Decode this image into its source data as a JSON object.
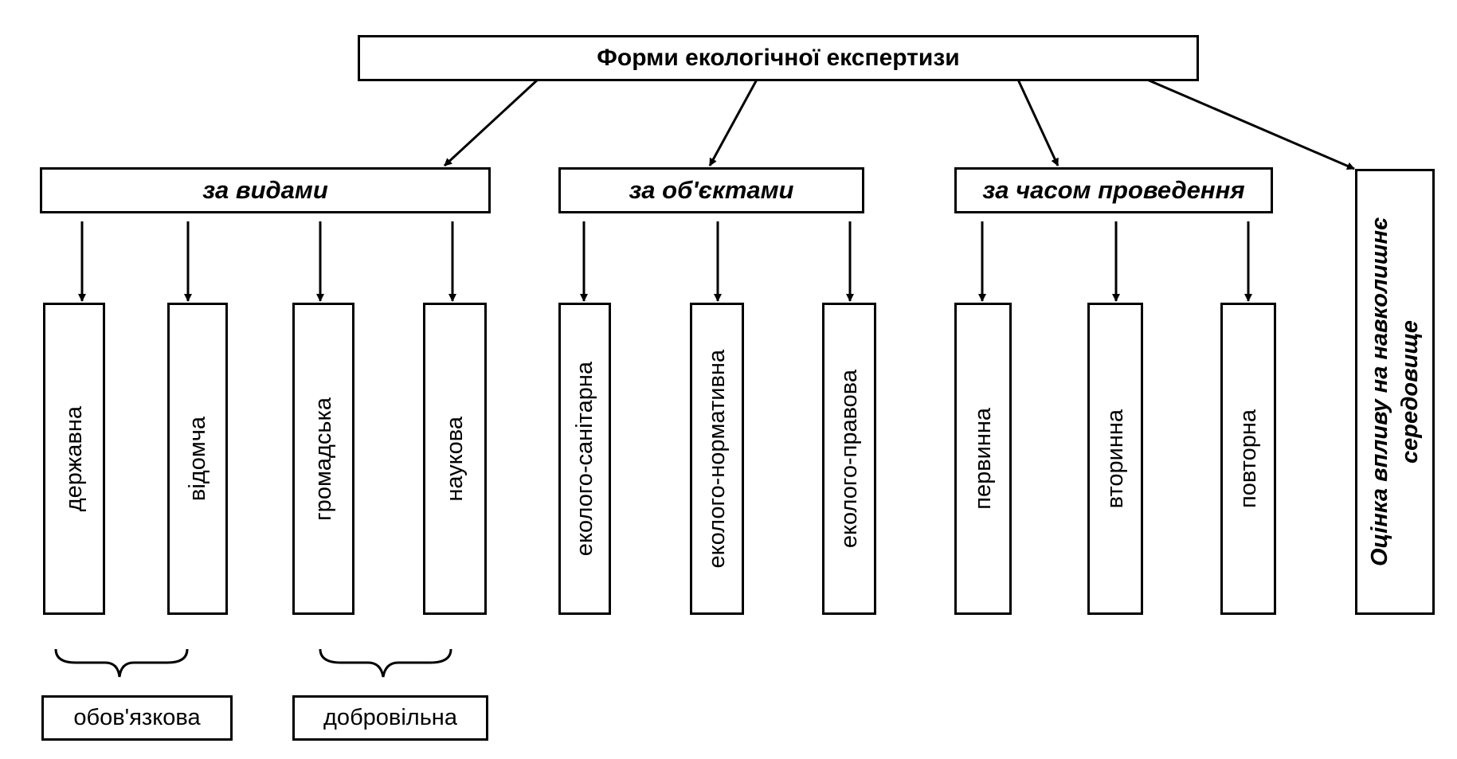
{
  "title": "Форми екологічної експертизи",
  "categories": {
    "by_type": "за видами",
    "by_object": "за об'єктами",
    "by_time": "за часом проведення",
    "impact": "Оцінка впливу на навколишнє середовище"
  },
  "by_type_items": [
    "державна",
    "відомча",
    "громадська",
    "наукова"
  ],
  "by_object_items": [
    "еколого-санітарна",
    "еколого-нормативна",
    "еколого-правова"
  ],
  "by_time_items": [
    "первинна",
    "вторинна",
    "повторна"
  ],
  "groups": {
    "mandatory": "обов'язкова",
    "voluntary": "добровільна"
  }
}
